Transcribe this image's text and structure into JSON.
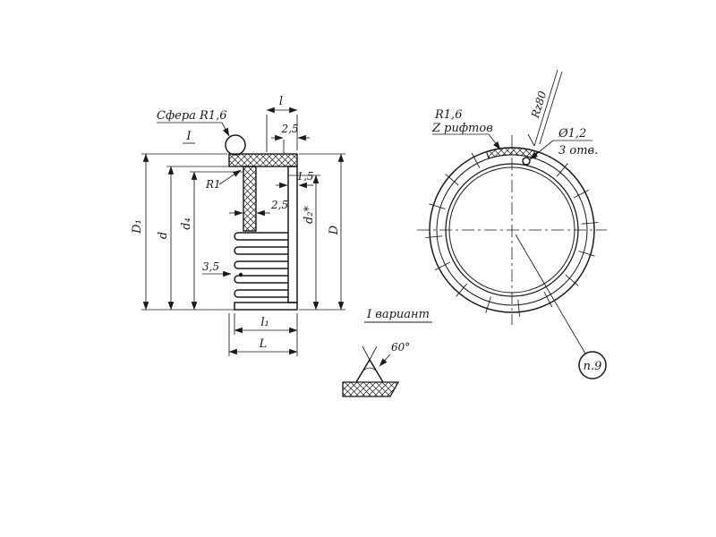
{
  "colors": {
    "ink": "#1a1a1a",
    "paper": "#ffffff"
  },
  "drawing": {
    "left_view": {
      "sphere_label": "Сфера R1,6",
      "section_mark": "I",
      "dim_l": "l",
      "dim_top_offset": "2,5",
      "dim_wall_right": "1,5",
      "fillet_label": "R1",
      "dim_wall_left": "2,5",
      "dim_slot": "3,5",
      "dim_D1": "D₁",
      "dim_d": "d",
      "dim_d4": "d₄",
      "dim_d2": "d₂*",
      "dim_D": "D",
      "dim_l1": "l₁",
      "dim_L": "L"
    },
    "right_view": {
      "radius_label": "R1,6",
      "knurl_label": "Z рифтов",
      "roughness_label": "Rz80",
      "hole_dia_label": "Ø1,2",
      "hole_count_label": "3 отв.",
      "item_ref": "п.9"
    },
    "variant": {
      "title": "I вариант",
      "angle_label": "60°"
    }
  }
}
